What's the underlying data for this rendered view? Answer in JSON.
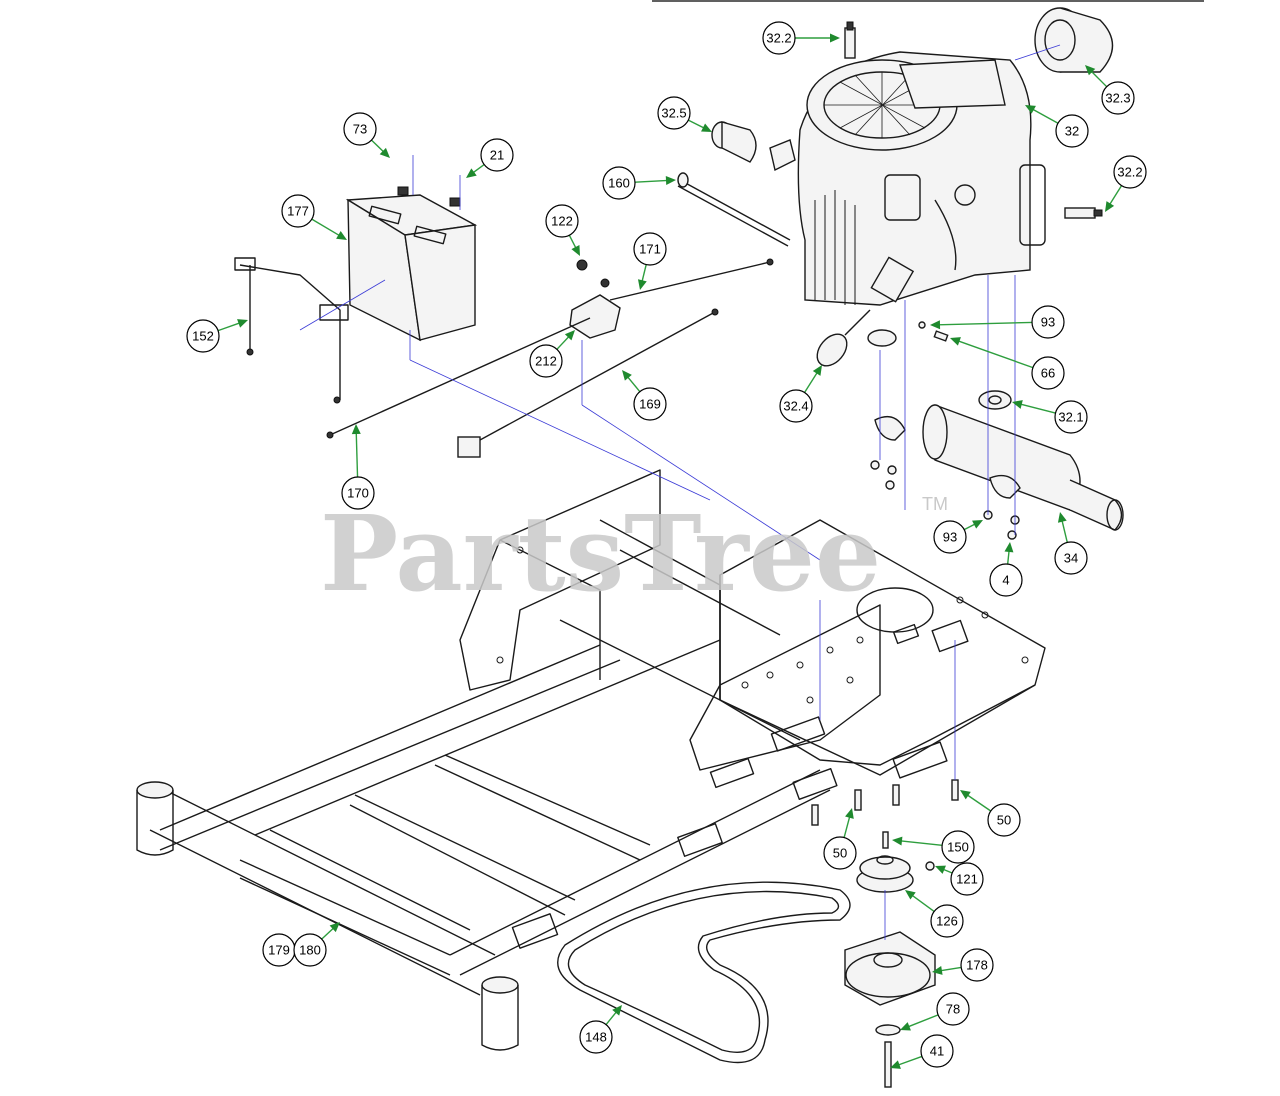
{
  "watermark": {
    "text": "PartsTree",
    "trademark": "TM"
  },
  "callouts": [
    {
      "id": "c-32-2a",
      "label": "32.2"
    },
    {
      "id": "c-32-3",
      "label": "32.3"
    },
    {
      "id": "c-32",
      "label": "32"
    },
    {
      "id": "c-32-2b",
      "label": "32.2"
    },
    {
      "id": "c-32-5",
      "label": "32.5"
    },
    {
      "id": "c-160",
      "label": "160"
    },
    {
      "id": "c-73",
      "label": "73"
    },
    {
      "id": "c-21",
      "label": "21"
    },
    {
      "id": "c-177",
      "label": "177"
    },
    {
      "id": "c-122",
      "label": "122"
    },
    {
      "id": "c-171",
      "label": "171"
    },
    {
      "id": "c-152",
      "label": "152"
    },
    {
      "id": "c-212",
      "label": "212"
    },
    {
      "id": "c-93a",
      "label": "93"
    },
    {
      "id": "c-66",
      "label": "66"
    },
    {
      "id": "c-32-4",
      "label": "32.4"
    },
    {
      "id": "c-169",
      "label": "169"
    },
    {
      "id": "c-32-1",
      "label": "32.1"
    },
    {
      "id": "c-170",
      "label": "170"
    },
    {
      "id": "c-93b",
      "label": "93"
    },
    {
      "id": "c-34",
      "label": "34"
    },
    {
      "id": "c-4",
      "label": "4"
    },
    {
      "id": "c-50a",
      "label": "50"
    },
    {
      "id": "c-50b",
      "label": "50"
    },
    {
      "id": "c-150",
      "label": "150"
    },
    {
      "id": "c-121",
      "label": "121"
    },
    {
      "id": "c-126",
      "label": "126"
    },
    {
      "id": "c-179",
      "label": "179"
    },
    {
      "id": "c-180",
      "label": "180"
    },
    {
      "id": "c-178",
      "label": "178"
    },
    {
      "id": "c-78",
      "label": "78"
    },
    {
      "id": "c-148",
      "label": "148"
    },
    {
      "id": "c-41",
      "label": "41"
    }
  ]
}
